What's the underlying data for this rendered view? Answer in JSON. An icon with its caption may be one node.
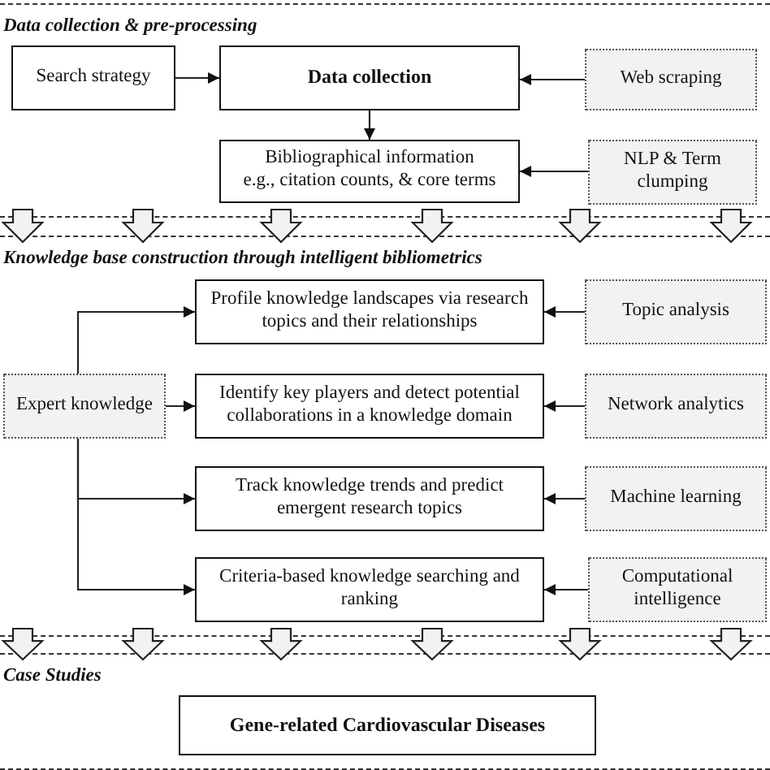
{
  "diagram": {
    "nodes": [
      {
        "text": [
          "Data collection & pre-processing"
        ]
      },
      {
        "text": [
          "Search strategy"
        ],
        "in": 0
      },
      {
        "text": [
          "Data collection"
        ],
        "in": 0
      },
      {
        "text": [
          "Web scraping"
        ],
        "in": 0
      },
      {
        "text": [
          "Bibliographical information",
          "e.g., citation counts, & core terms"
        ],
        "in": 0
      },
      {
        "text": [
          "NLP & Term clumping"
        ],
        "in": 0
      },
      {
        "text": [
          "Knowledge base construction through intelligent bibliometrics"
        ]
      },
      {
        "text": [
          "Expert knowledge"
        ],
        "in": 6
      },
      {
        "text": [
          "Profile knowledge landscapes via research topics and their relationships"
        ],
        "in": 6
      },
      {
        "text": [
          "Topic analysis"
        ],
        "in": 6
      },
      {
        "text": [
          "Identify key players and detect potential collaborations in a knowledge domain"
        ],
        "in": 6
      },
      {
        "text": [
          "Network analytics"
        ],
        "in": 6
      },
      {
        "text": [
          "Track knowledge trends and predict emergent research topics"
        ],
        "in": 6
      },
      {
        "text": [
          "Machine learning"
        ],
        "in": 6
      },
      {
        "text": [
          "Criteria-based knowledge searching and ranking"
        ],
        "in": 6
      },
      {
        "text": [
          "Computational intelligence"
        ],
        "in": 6
      },
      {
        "text": [
          "Case Studies"
        ]
      },
      {
        "text": [
          "Gene-related Cardiovascular Diseases"
        ],
        "in": 16
      }
    ],
    "edges": [
      {
        "from": 1,
        "to": 2,
        "arrow": "to"
      },
      {
        "from": 3,
        "to": 2,
        "arrow": "to"
      },
      {
        "from": 2,
        "to": 4,
        "arrow": "to"
      },
      {
        "from": 5,
        "to": 4,
        "arrow": "to"
      },
      {
        "from": 7,
        "to": 8,
        "arrow": "to"
      },
      {
        "from": 7,
        "to": 10,
        "arrow": "to"
      },
      {
        "from": 7,
        "to": 12,
        "arrow": "to"
      },
      {
        "from": 7,
        "to": 14,
        "arrow": "to"
      },
      {
        "from": 9,
        "to": 8,
        "arrow": "to"
      },
      {
        "from": 11,
        "to": 10,
        "arrow": "to"
      },
      {
        "from": 13,
        "to": 12,
        "arrow": "to"
      },
      {
        "from": 15,
        "to": 14,
        "arrow": "to"
      },
      {
        "from": 0,
        "to": 6,
        "arrow": "to"
      },
      {
        "from": 0,
        "to": 6,
        "arrow": "to"
      },
      {
        "from": 0,
        "to": 6,
        "arrow": "to"
      },
      {
        "from": 0,
        "to": 6,
        "arrow": "to"
      },
      {
        "from": 0,
        "to": 6,
        "arrow": "to"
      },
      {
        "from": 0,
        "to": 6,
        "arrow": "to"
      },
      {
        "from": 6,
        "to": 16,
        "arrow": "to"
      },
      {
        "from": 6,
        "to": 16,
        "arrow": "to"
      },
      {
        "from": 6,
        "to": 16,
        "arrow": "to"
      },
      {
        "from": 6,
        "to": 16,
        "arrow": "to"
      },
      {
        "from": 6,
        "to": 16,
        "arrow": "to"
      },
      {
        "from": 6,
        "to": 16,
        "arrow": "to"
      }
    ]
  }
}
